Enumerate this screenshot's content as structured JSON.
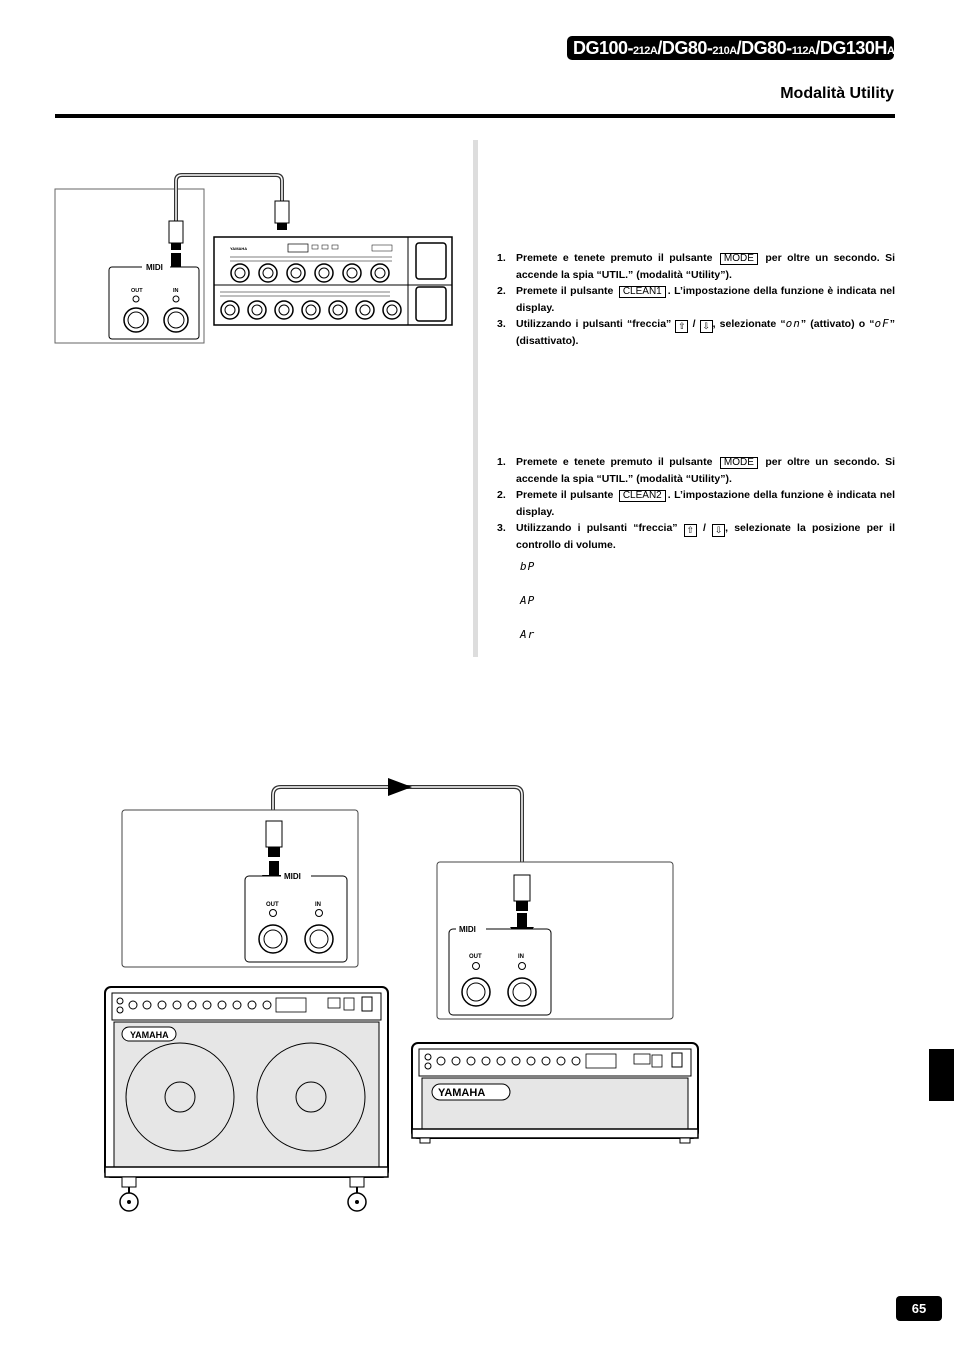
{
  "header": {
    "model_parts": [
      {
        "main": "DG100-",
        "sub": "212A"
      },
      {
        "main": "/DG80-",
        "sub": "210A"
      },
      {
        "main": "/DG80-",
        "sub": "112A"
      },
      {
        "main": "/DG130H",
        "sub": "A"
      }
    ],
    "section_title": "Modalità Utility"
  },
  "instructions_1": {
    "steps": [
      {
        "num": "1.",
        "pre": "Premete e tenete premuto il pulsante",
        "button": "MODE",
        "post": "per oltre un secondo. Si accende la spia “UTIL.” (modalità “Utility”)."
      },
      {
        "num": "2.",
        "pre": "Premete il pulsante",
        "button": "CLEAN1",
        "post": ". L’impostazione della funzione è indicata nel display."
      },
      {
        "num": "3.",
        "pre": "Utilizzando i pulsanti “freccia”",
        "sep": "/",
        "mid": ", selezionate “",
        "lcd_on": "on",
        "mid2": "” (attivato) o “",
        "lcd_off": "oF",
        "post": "” (disattivato)."
      }
    ]
  },
  "instructions_2": {
    "steps": [
      {
        "num": "1.",
        "pre": "Premete e tenete premuto il pulsante",
        "button": "MODE",
        "post": "per oltre un secondo. Si accende la spia “UTIL.” (modalità “Utility”)."
      },
      {
        "num": "2.",
        "pre": "Premete il pulsante",
        "button": "CLEAN2",
        "post": ". L’impostazione della funzione è indicata nel display."
      },
      {
        "num": "3.",
        "pre": "Utilizzando i pulsanti “freccia”",
        "sep": "/",
        "post": ", selezionate la posizione per il controllo di volume."
      }
    ],
    "lcd_options": [
      "bP",
      "AP",
      "Ar"
    ]
  },
  "diagram_top": {
    "midi_label": "MIDI",
    "out_label": "OUT",
    "in_label": "IN",
    "brand": "YAMAHA"
  },
  "diagram_bottom": {
    "left_box": {
      "midi_label": "MIDI",
      "out_label": "OUT",
      "in_label": "IN"
    },
    "right_box": {
      "midi_label": "MIDI",
      "out_label": "OUT",
      "in_label": "IN"
    },
    "brand": "YAMAHA"
  },
  "footer": {
    "page_number": "65"
  }
}
